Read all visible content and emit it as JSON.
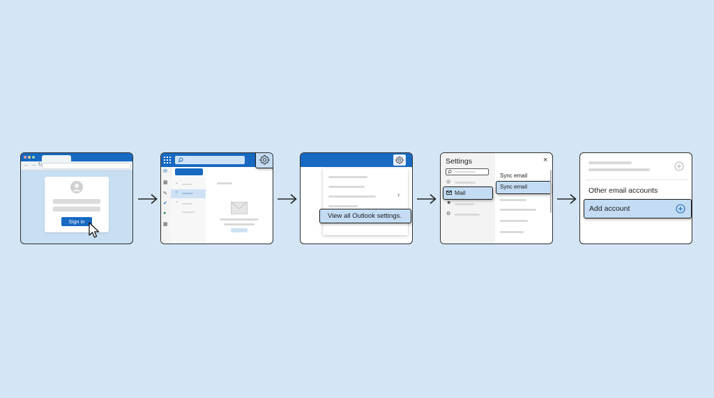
{
  "steps": {
    "sign_in": {
      "button_label": "Sign in"
    },
    "view_settings": {
      "menu_item": "View all Outlook settings."
    },
    "settings": {
      "title": "Settings",
      "nav_mail": "Mail",
      "sync_heading": "Sync email",
      "sync_selected": "Sync email"
    },
    "accounts": {
      "section_title": "Other email accounts",
      "add_account": "Add account"
    }
  },
  "colors": {
    "background": "#d4e6f6",
    "accent": "#0f6cbd",
    "highlight": "#c3dcf3",
    "border": "#2b2b2b"
  },
  "icons": [
    "cursor-icon",
    "avatar-icon",
    "gear-icon",
    "search-icon",
    "mail-icon",
    "plus-circle-icon",
    "close-icon",
    "chevron-right-icon",
    "arrow-right-icon"
  ]
}
